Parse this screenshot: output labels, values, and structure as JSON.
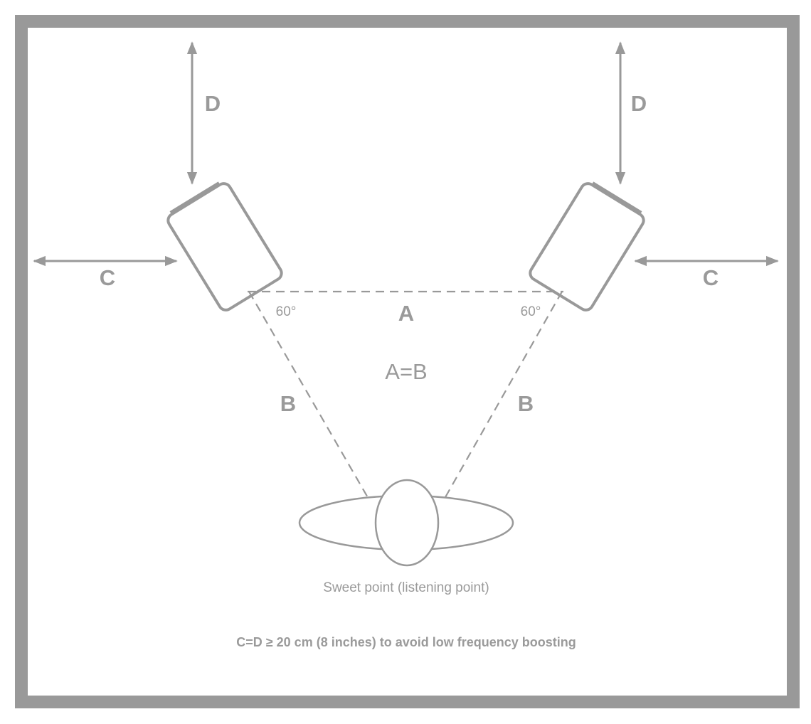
{
  "labels": {
    "a": "A",
    "b": "B",
    "c": "C",
    "d": "D",
    "angle": "60°",
    "equality": "A=B",
    "sweet_point": "Sweet point (listening point)",
    "footnote": "C=D ≥ 20 cm (8 inches) to avoid low frequency boosting"
  },
  "colors": {
    "frame": "#999999",
    "stroke": "#999999",
    "text": "#9a9a9a",
    "background": "#ffffff"
  }
}
